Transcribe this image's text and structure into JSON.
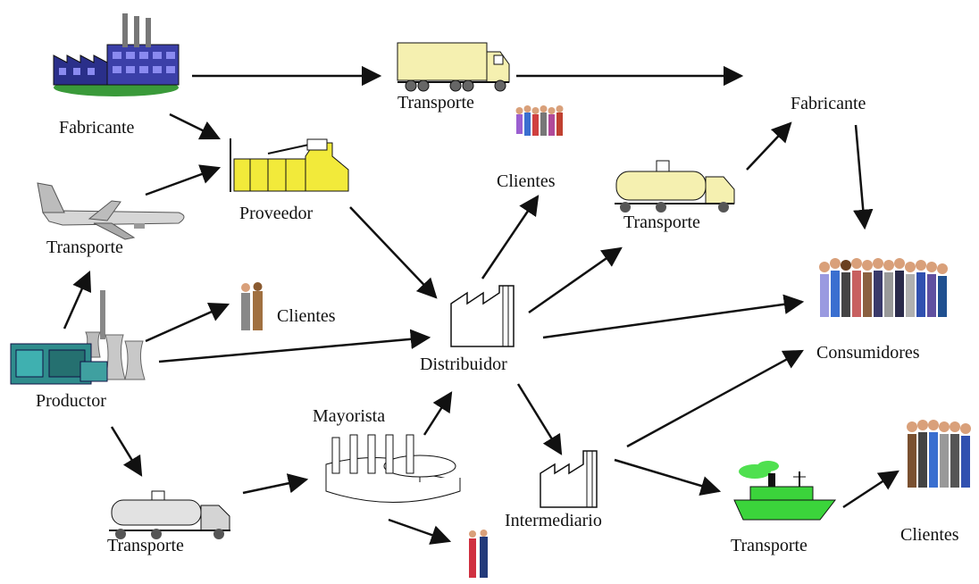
{
  "labels": {
    "fabricante_left": "Fabricante",
    "transporte_top": "Transporte",
    "fabricante_right": "Fabricante",
    "clientes_top": "Clientes",
    "proveedor": "Proveedor",
    "transporte_tanker_mid": "Transporte",
    "transporte_plane": "Transporte",
    "consumidores": "Consumidores",
    "clientes_left": "Clientes",
    "distribuidor": "Distribuidor",
    "productor": "Productor",
    "mayorista": "Mayorista",
    "intermediario": "Intermediario",
    "transporte_ship": "Transporte",
    "clientes_right": "Clientes",
    "transporte_tanker_bottom": "Transporte"
  },
  "icons": {
    "fabricante_left": "factory-icon",
    "truck": "truck-icon",
    "proveedor": "supplier-plant-icon",
    "plane": "airplane-icon",
    "productor": "power-plant-icon",
    "distribuidor": "small-factory-icon",
    "mayorista": "refinery-icon",
    "intermediario": "small-factory-icon",
    "tanker": "tanker-truck-icon",
    "ship": "cargo-ship-icon",
    "people": "people-group-icon"
  },
  "colors": {
    "arrow": "#111111",
    "factory_blue": "#2a2f8a",
    "truck_yellow": "#f5f0b0",
    "proveedor_yellow": "#f2ea3a",
    "power_teal": "#2f8c8c",
    "ship_green": "#3bd43b"
  }
}
